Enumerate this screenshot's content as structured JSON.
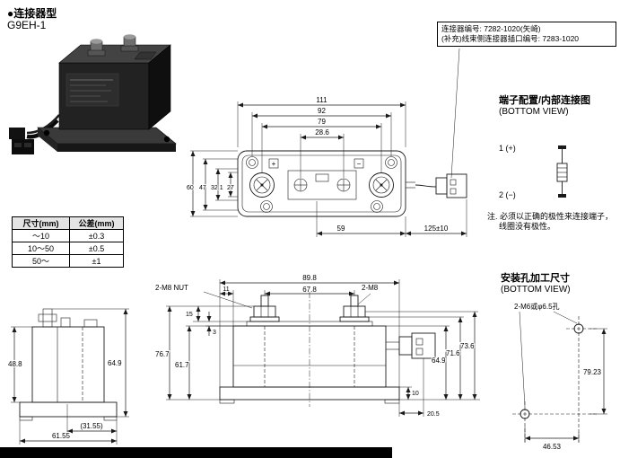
{
  "page": {
    "section_title": "●连接器型",
    "model": "G9EH-1"
  },
  "connector_note": {
    "line1": "连接器编号: 7282-1020(矢崎)",
    "line2": "(补充)线束侧连接器插口编号: 7283-1020"
  },
  "tolerance_table": {
    "headers": [
      "尺寸(mm)",
      "公差(mm)"
    ],
    "rows": [
      [
        "～10",
        "±0.3"
      ],
      [
        "10～50",
        "±0.5"
      ],
      [
        "50～",
        "±1"
      ]
    ]
  },
  "top_view": {
    "dims": {
      "width_total": "111",
      "width_92": "92",
      "width_79": "79",
      "width_28_6": "28.6",
      "h_60": "60",
      "h_47": "47",
      "h_32_1": "32.1",
      "h_27": "27",
      "d_59": "59",
      "lead_length": "125±10"
    },
    "polarity_plus": "+",
    "polarity_minus": "−"
  },
  "terminal_section": {
    "title": "端子配置/内部连接图",
    "subtitle": "(BOTTOM VIEW)",
    "terminal_1": "1 (+)",
    "terminal_2": "2 (−)",
    "note_line1": "注. 必须以正确的极性来连接端子，",
    "note_line2": "线圈没有极性。"
  },
  "mounting_section": {
    "title": "安装孔加工尺寸",
    "subtitle": "(BOTTOM VIEW)",
    "hole_label": "2-M6或φ6.5孔",
    "dim_vertical": "79.23",
    "dim_horizontal": "46.53"
  },
  "side_view": {
    "dims": {
      "d_48_8": "48.8",
      "d_64_9": "64.9",
      "d_31_55": "(31.55)",
      "d_61_55": "61.55"
    }
  },
  "front_view": {
    "labels": {
      "nut": "2-M8 NUT",
      "stud": "2-M8"
    },
    "dims": {
      "d_11": "11",
      "d_89_8": "89.8",
      "d_67_8": "67.8",
      "d_15": "15",
      "d_3": "3",
      "d_76_7": "76.7",
      "d_61_7": "61.7",
      "d_73_6": "73.6",
      "d_71_6": "71.6",
      "d_64_9": "64.9",
      "d_20_5": "20.5",
      "d_10": "10"
    }
  }
}
